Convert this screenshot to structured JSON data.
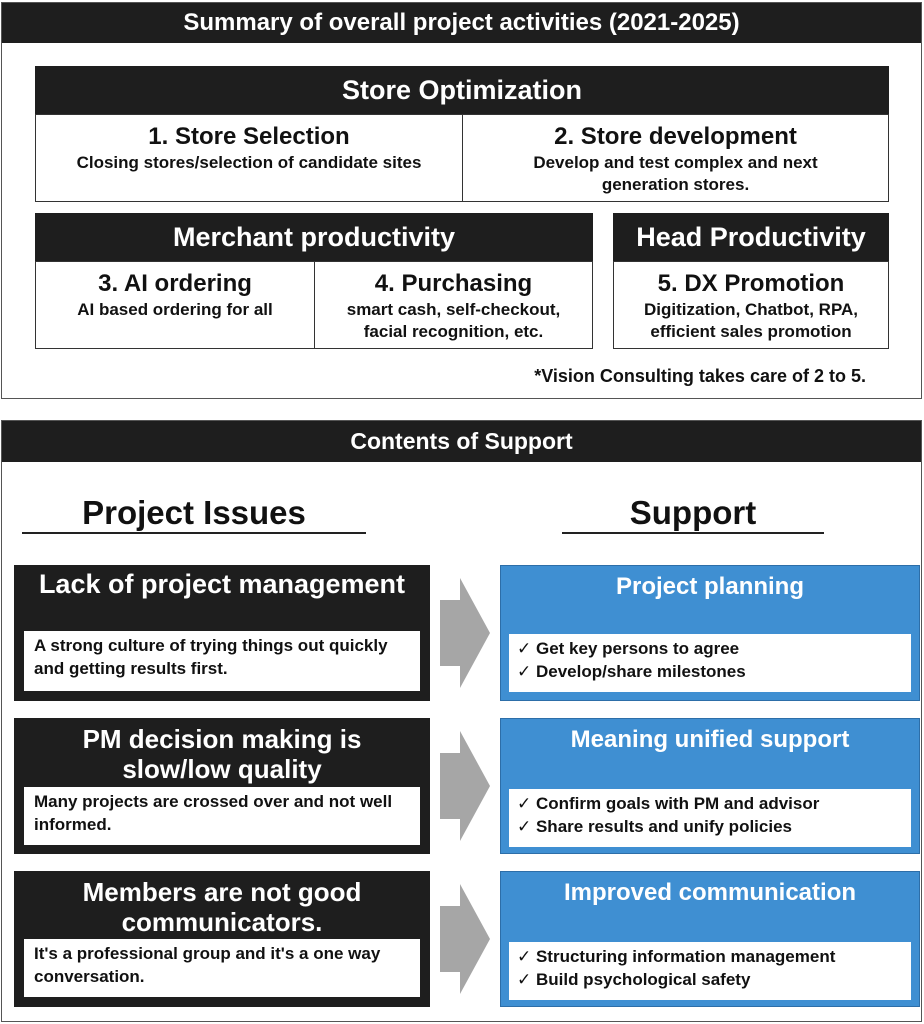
{
  "summary": {
    "title": "Summary of overall project activities (2021-2025)",
    "store": {
      "heading": "Store Optimization",
      "items": [
        {
          "title": "1. Store Selection",
          "desc": "Closing stores/selection of candidate sites"
        },
        {
          "title": "2. Store development",
          "desc": "Develop and test complex and next generation stores."
        }
      ]
    },
    "merchant": {
      "heading": "Merchant productivity",
      "items": [
        {
          "title": "3. AI ordering",
          "desc": "AI based ordering for all"
        },
        {
          "title": "4. Purchasing",
          "desc": "smart cash, self-checkout, facial recognition, etc."
        }
      ]
    },
    "head": {
      "heading": "Head Productivity",
      "items": [
        {
          "title": "5. DX Promotion",
          "desc": "Digitization, Chatbot, RPA, efficient sales promotion"
        }
      ]
    },
    "note": "*Vision Consulting takes care of 2 to 5."
  },
  "support": {
    "title": "Contents of Support",
    "issues_heading": "Project Issues",
    "support_heading": "Support",
    "rows": [
      {
        "issue": "Lack of project management",
        "issue_desc": "A strong culture of trying things out quickly and getting results first.",
        "support": "Project planning",
        "points": [
          "✓ Get key persons to agree",
          "✓ Develop/share milestones"
        ]
      },
      {
        "issue": "PM decision making is slow/low quality",
        "issue_desc": "Many projects are crossed over and not well informed.",
        "support": "Meaning unified support",
        "points": [
          "✓ Confirm goals with PM and advisor",
          "✓ Share results  and unify policies"
        ]
      },
      {
        "issue": "Members are not good communicators.",
        "issue_desc": "It's a professional group and it's a one way conversation.",
        "support": "Improved communication",
        "points": [
          "✓ Structuring information management",
          "✓ Build psychological safety"
        ]
      }
    ]
  },
  "colors": {
    "dark": "#1e1e1e",
    "support_blue": "#3f8fd2",
    "arrow_gray": "#a6a6a6"
  }
}
